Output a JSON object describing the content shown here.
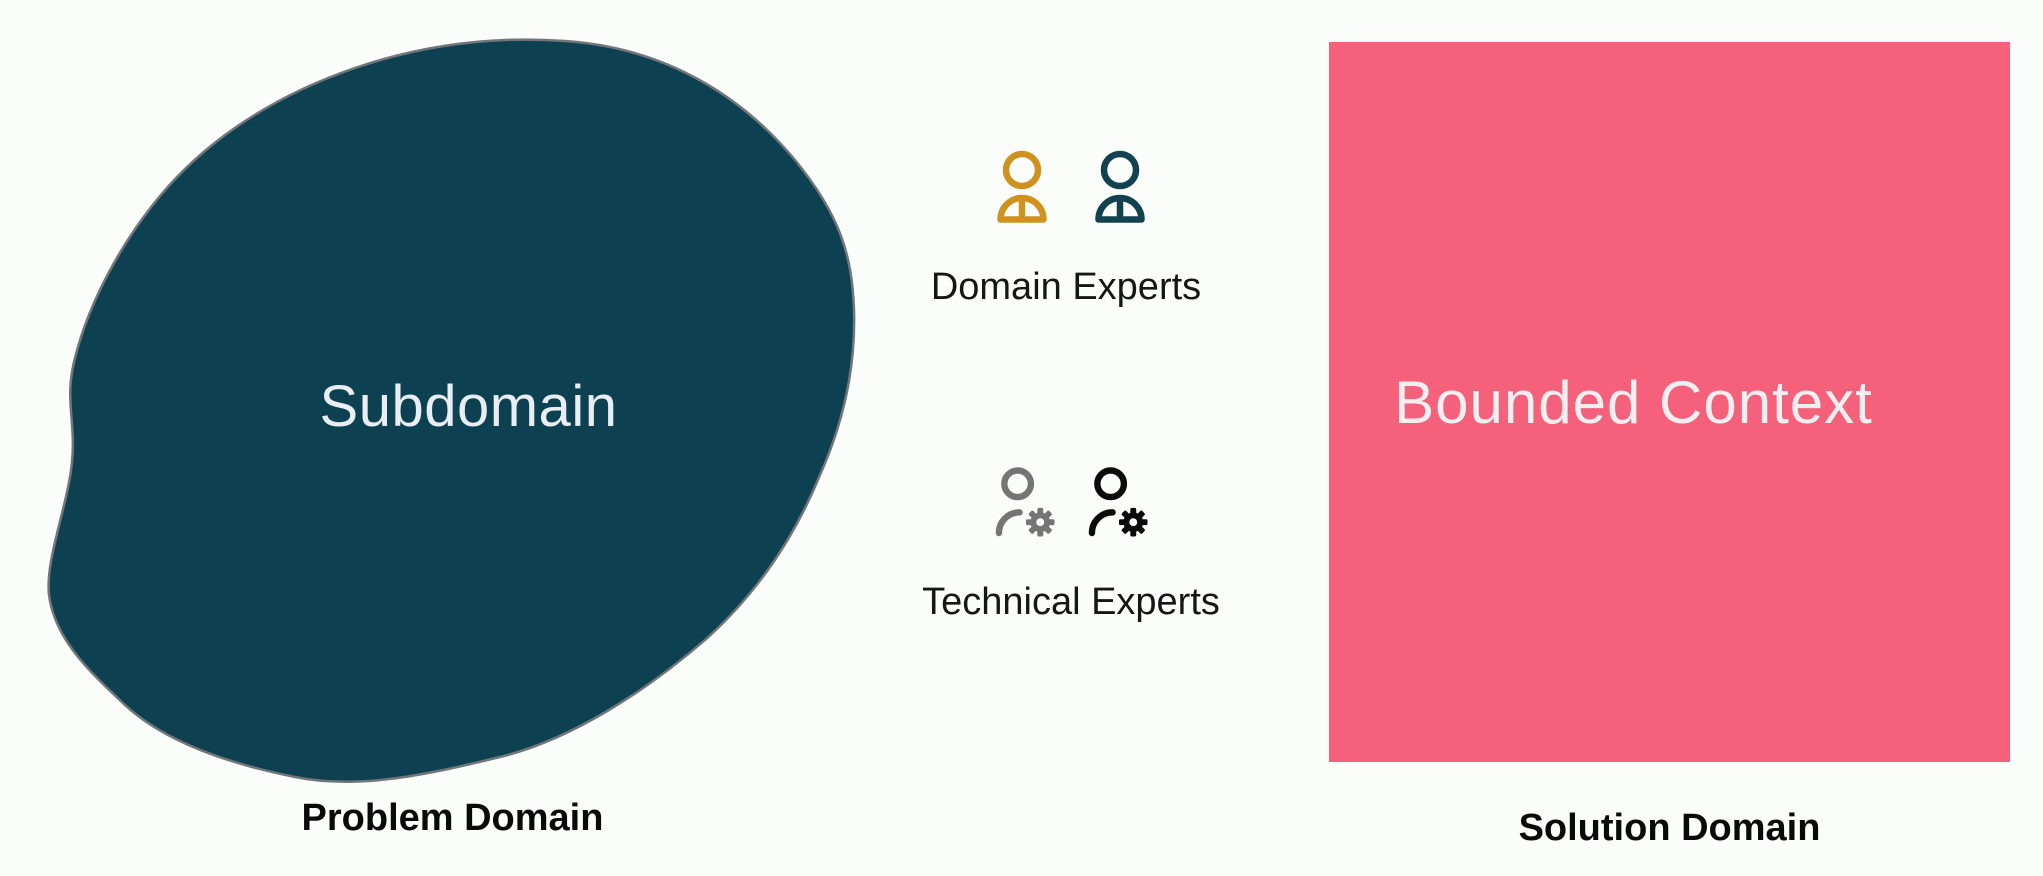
{
  "canvas": {
    "background": "#fbfdfb"
  },
  "problem_domain": {
    "shape_label": "Subdomain",
    "caption": "Problem Domain",
    "blob_color": "#0d4050",
    "blob_outline": "#71767a",
    "label_color": "#e9eef4"
  },
  "experts": {
    "domain": {
      "label": "Domain Experts",
      "icons": [
        {
          "name": "person-icon",
          "color": "#d0921e"
        },
        {
          "name": "person-icon",
          "color": "#12414f"
        }
      ]
    },
    "technical": {
      "label": "Technical Experts",
      "icons": [
        {
          "name": "person-gear-icon",
          "color": "#757575"
        },
        {
          "name": "person-gear-icon",
          "color": "#0b0b0b"
        }
      ]
    }
  },
  "solution_domain": {
    "shape_label": "Bounded Context",
    "caption": "Solution Domain",
    "box_color": "#f5617b",
    "label_color": "#f3eff1"
  }
}
